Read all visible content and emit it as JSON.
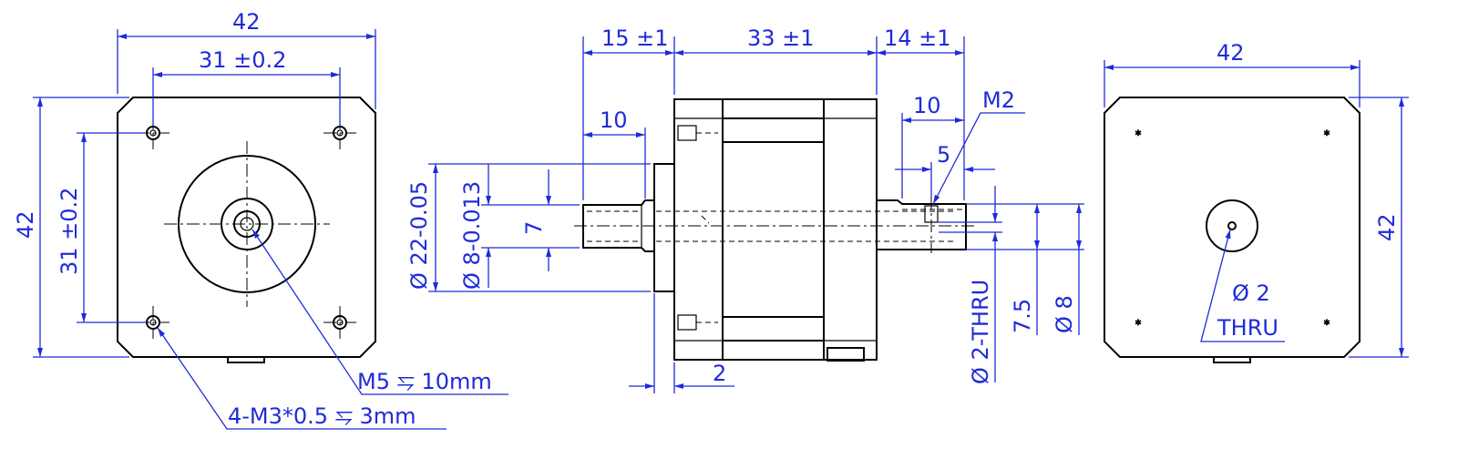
{
  "colors": {
    "dimension": "#1f2bd8",
    "part": "#000000",
    "background": "#ffffff"
  },
  "front_view": {
    "overall_width": "42",
    "hole_spacing_h": "31 ±0.2",
    "overall_height": "42",
    "hole_spacing_v": "31 ±0.2",
    "shaft_callout": "M5 ⥧ 10mm",
    "holes_callout": "4-M3*0.5 ⥧ 3mm"
  },
  "side_view": {
    "front_shaft_length": "15 ±1",
    "body_length": "33 ±1",
    "rear_shaft_length": "14 ±1",
    "flat_length_front": "10",
    "flat_length_rear": "10",
    "thread_label": "M2",
    "hole_offset": "5",
    "boss_diameter": "Ø 22-0.05",
    "shaft_diameter": "Ø 8-0.013",
    "flat_height": "7",
    "cross_hole": "Ø 2-THRU",
    "rear_flat": "7.5",
    "rear_diameter": "Ø 8",
    "flange_thickness": "2"
  },
  "rear_view": {
    "overall_width": "42",
    "overall_height": "42",
    "hole_diameter": "Ø 2",
    "hole_note": "THRU"
  }
}
